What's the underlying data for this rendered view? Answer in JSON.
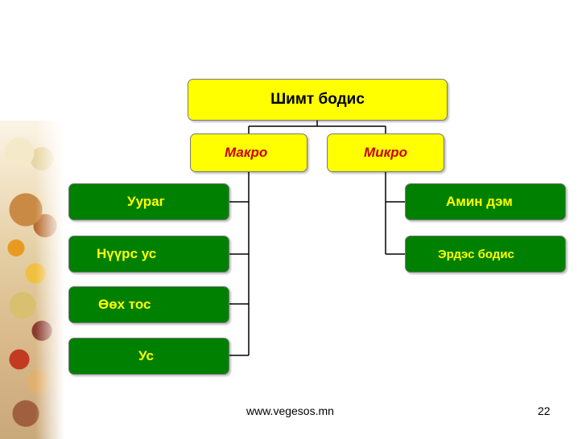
{
  "diagram": {
    "root": "Шимт бодис",
    "branches": [
      {
        "label": "Макро",
        "children": [
          "Уураг",
          "Нүүрс ус",
          "Өөх тос",
          "Ус"
        ]
      },
      {
        "label": "Микро",
        "children": [
          "Амин дэм",
          "Эрдэс бодис"
        ]
      }
    ]
  },
  "footer": {
    "url": "www.vegesos.mn",
    "page": "22"
  },
  "colors": {
    "yellow_box": "#ffff00",
    "green_box": "#008000",
    "category_text": "#cc0000",
    "leaf_text": "#ffff00"
  }
}
